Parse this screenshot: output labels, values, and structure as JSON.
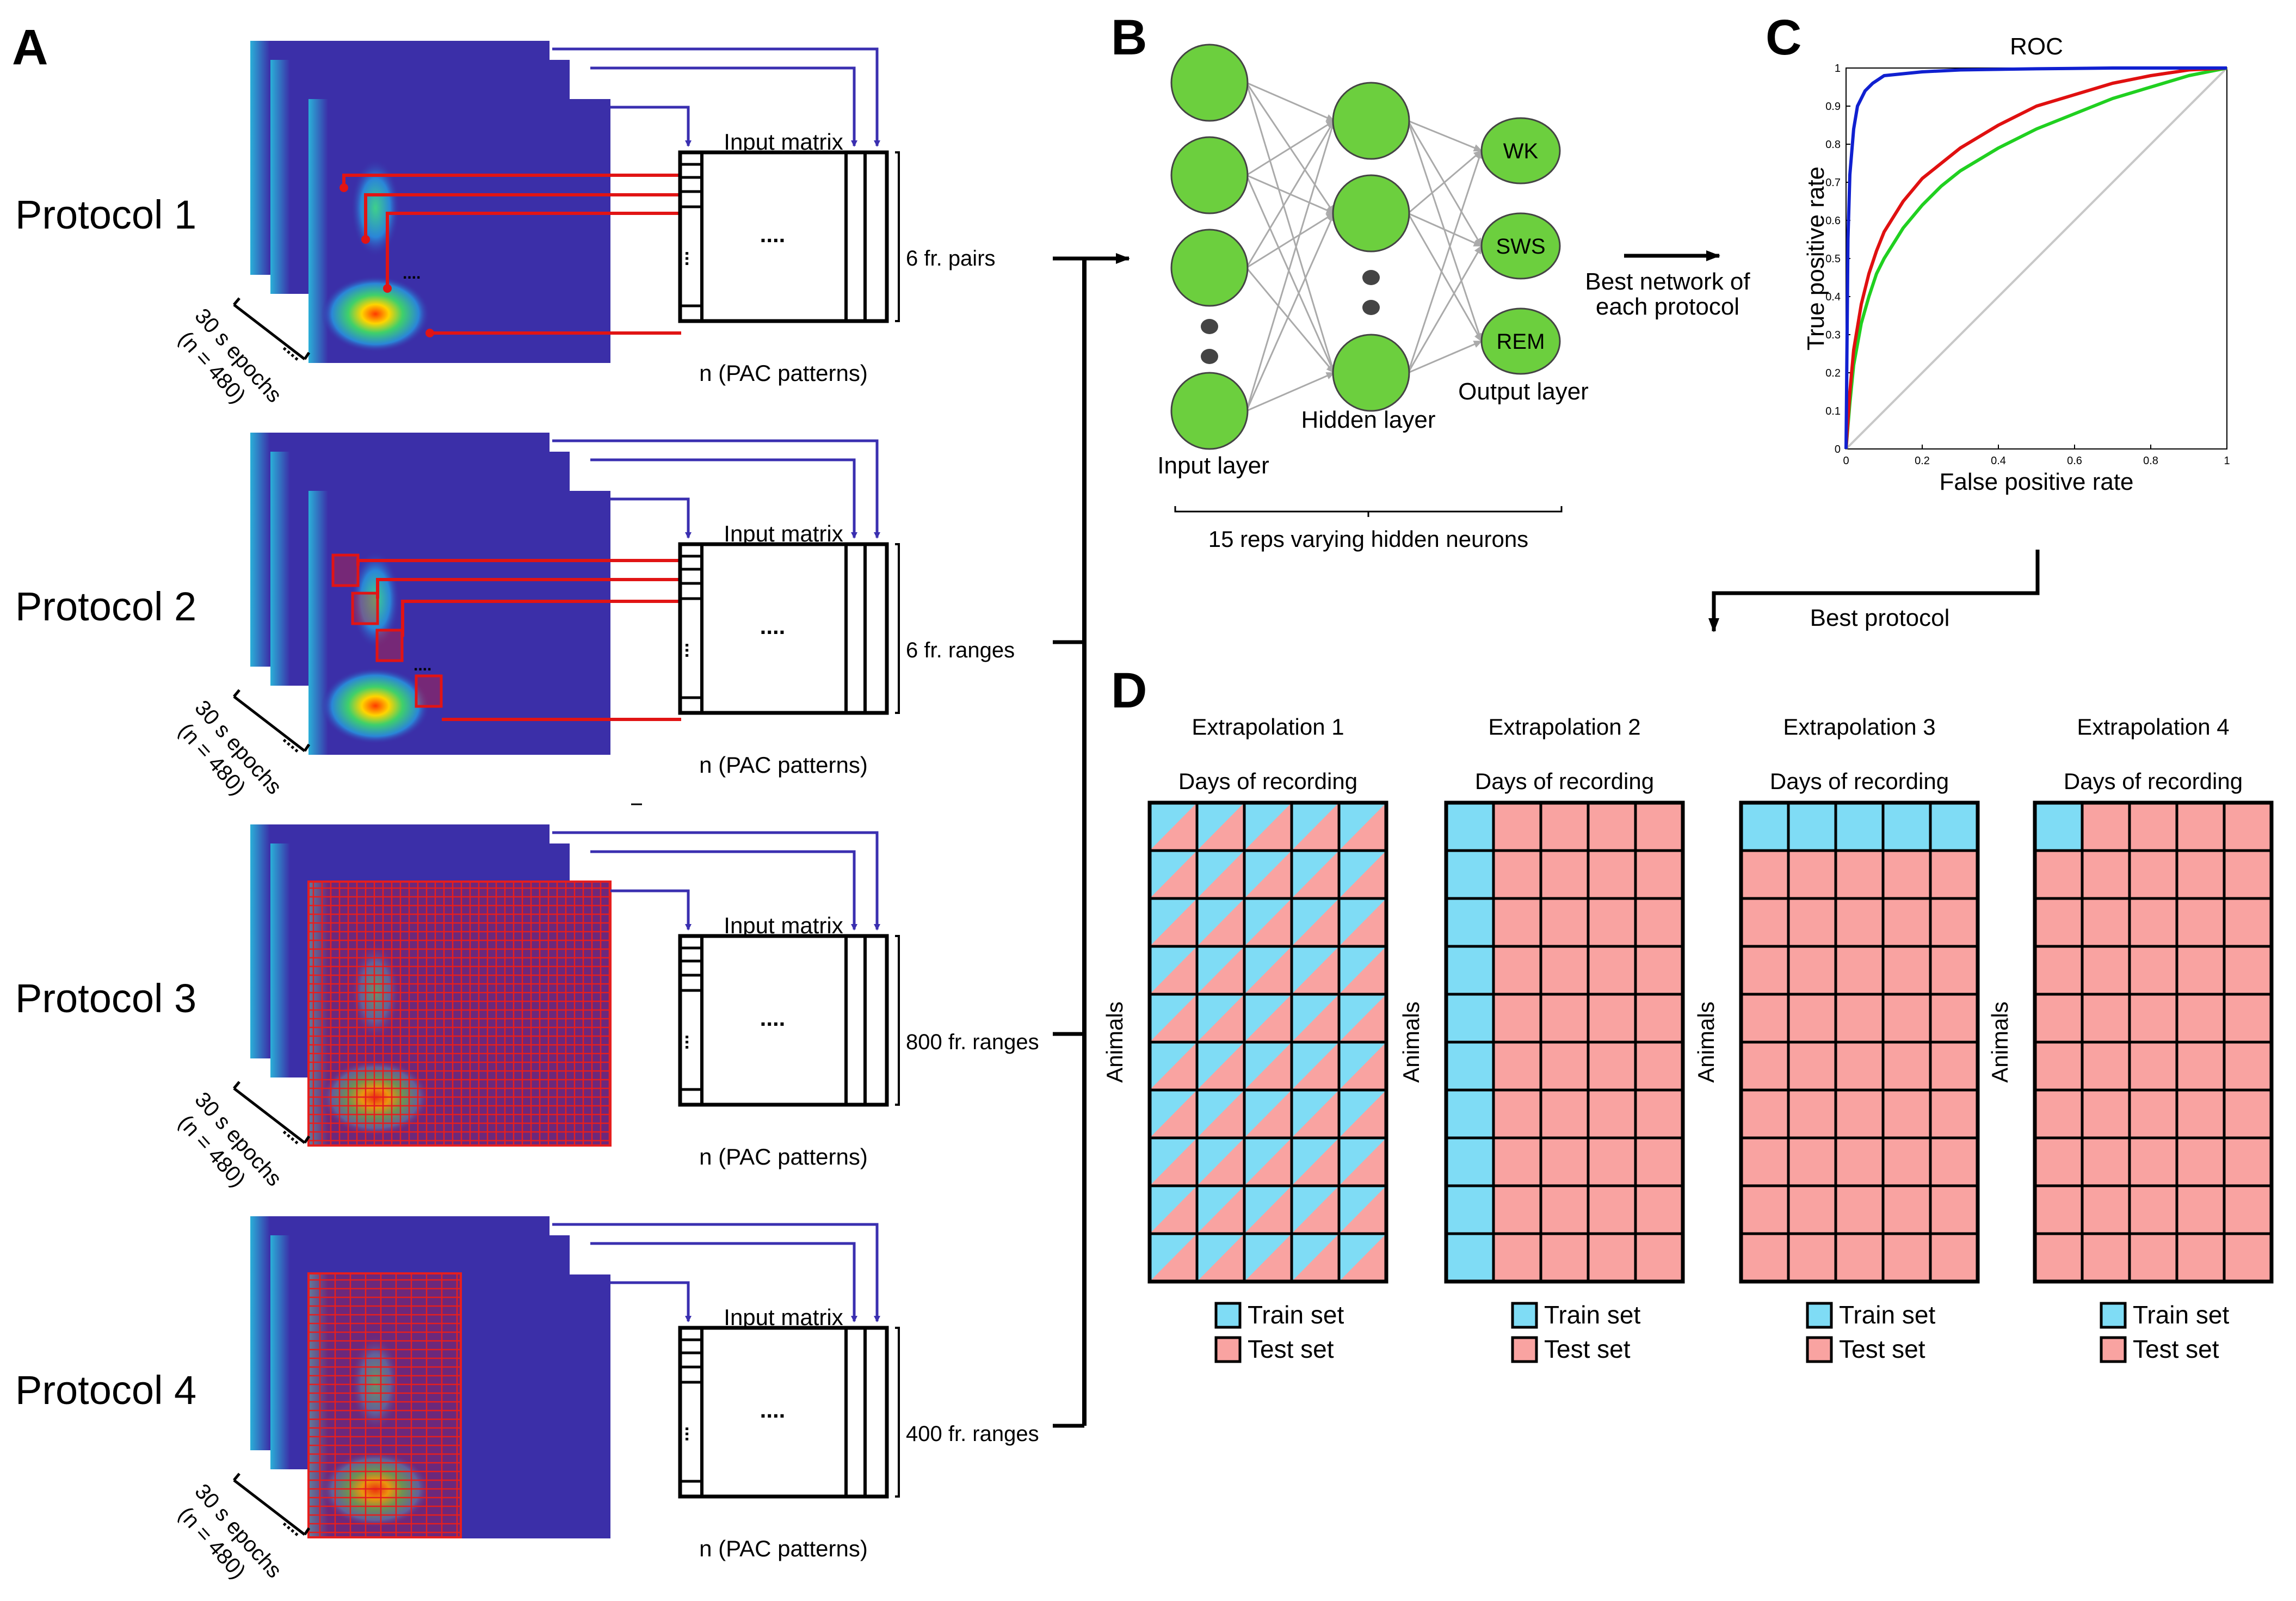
{
  "panels": {
    "a": "A",
    "b": "B",
    "c": "C",
    "d": "D"
  },
  "panel_a": {
    "protocols": [
      {
        "label": "Protocol 1",
        "matrix_title": "Input matrix",
        "feature_label": "6 fr. pairs",
        "patterns_label": "n (PAC patterns)",
        "epochs_label": "30 s epochs",
        "epochs_n": "(n = 480)"
      },
      {
        "label": "Protocol 2",
        "matrix_title": "Input matrix",
        "feature_label": "6 fr. ranges",
        "patterns_label": "n (PAC patterns)",
        "epochs_label": "30 s epochs",
        "epochs_n": "(n = 480)"
      },
      {
        "label": "Protocol 3",
        "matrix_title": "Input matrix",
        "feature_label": "800 fr. ranges",
        "patterns_label": "n (PAC patterns)",
        "epochs_label": "30 s epochs",
        "epochs_n": "(n = 480)"
      },
      {
        "label": "Protocol 4",
        "matrix_title": "Input matrix",
        "feature_label": "400 fr. ranges",
        "patterns_label": "n (PAC patterns)",
        "epochs_label": "30 s epochs",
        "epochs_n": "(n = 480)"
      }
    ],
    "ellipsis": "....",
    "colors": {
      "arrow": "#3a2fb0",
      "map_bg": "#3b2fa8",
      "feature": "#e11414"
    }
  },
  "panel_b": {
    "input_layer": "Input layer",
    "hidden_layer": "Hidden layer",
    "output_layer": "Output layer",
    "outputs": [
      "WK",
      "SWS",
      "REM"
    ],
    "reps_label": "15 reps varying hidden neurons",
    "best_network": [
      "Best network of",
      "each protocol"
    ],
    "node_color": "#6ccf3e"
  },
  "panel_c": {
    "best_protocol": "Best protocol",
    "chart_data": {
      "type": "line",
      "title": "ROC",
      "xlabel": "False positive rate",
      "ylabel": "True positive rate",
      "xlim": [
        0,
        1
      ],
      "ylim": [
        0,
        1
      ],
      "xticks": [
        "0",
        "0.2",
        "0.4",
        "0.6",
        "0.8",
        "1"
      ],
      "yticks": [
        "0",
        "0.1",
        "0.2",
        "0.3",
        "0.4",
        "0.5",
        "0.6",
        "0.7",
        "0.8",
        "0.9",
        "1"
      ],
      "grid": false,
      "series": [
        {
          "color": "#1020d0",
          "x": [
            0,
            0.005,
            0.01,
            0.02,
            0.03,
            0.05,
            0.07,
            0.1,
            0.15,
            0.2,
            0.3,
            0.5,
            0.7,
            0.85,
            1
          ],
          "y": [
            0,
            0.55,
            0.72,
            0.84,
            0.9,
            0.94,
            0.96,
            0.98,
            0.985,
            0.99,
            0.995,
            0.998,
            1,
            1,
            1
          ]
        },
        {
          "color": "#e01010",
          "x": [
            0,
            0.01,
            0.02,
            0.04,
            0.06,
            0.08,
            0.1,
            0.15,
            0.2,
            0.25,
            0.3,
            0.4,
            0.5,
            0.6,
            0.7,
            0.8,
            0.9,
            1
          ],
          "y": [
            0,
            0.15,
            0.26,
            0.38,
            0.46,
            0.52,
            0.57,
            0.65,
            0.71,
            0.75,
            0.79,
            0.85,
            0.9,
            0.93,
            0.96,
            0.98,
            0.995,
            1
          ]
        },
        {
          "color": "#20d020",
          "x": [
            0,
            0.01,
            0.02,
            0.04,
            0.06,
            0.08,
            0.1,
            0.15,
            0.2,
            0.25,
            0.3,
            0.4,
            0.5,
            0.6,
            0.7,
            0.8,
            0.9,
            1
          ],
          "y": [
            0,
            0.12,
            0.22,
            0.33,
            0.4,
            0.46,
            0.5,
            0.58,
            0.64,
            0.69,
            0.73,
            0.79,
            0.84,
            0.88,
            0.92,
            0.95,
            0.98,
            1
          ]
        },
        {
          "color": "#c8c8c8",
          "x": [
            0,
            1
          ],
          "y": [
            0,
            1
          ]
        }
      ]
    }
  },
  "panel_d": {
    "extrapolations": [
      {
        "title": "Extrapolation 1",
        "days": "Days of recording",
        "animals": "Animals",
        "mode": "diag"
      },
      {
        "title": "Extrapolation 2",
        "days": "Days of recording",
        "animals": "Animals",
        "mode": "first_col"
      },
      {
        "title": "Extrapolation 3",
        "days": "Days of recording",
        "animals": "Animals",
        "mode": "first_row"
      },
      {
        "title": "Extrapolation 4",
        "days": "Days of recording",
        "animals": "Animals",
        "mode": "first_cell"
      }
    ],
    "legend": {
      "train": "Train set",
      "test": "Test set"
    },
    "colors": {
      "train": "#7fdcf5",
      "test": "#f9a3a1"
    }
  }
}
